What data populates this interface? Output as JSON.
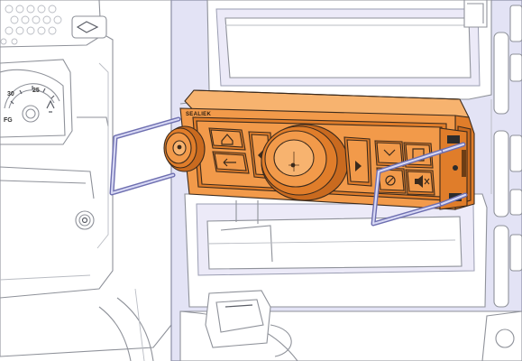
{
  "radio": {
    "brand_label": "SEALIEK"
  },
  "gauge": {
    "left_mark": "FG",
    "mark_a": "30",
    "mark_b": "25"
  },
  "colors": {
    "unit_orange": "#f29a4a",
    "frame_lavender": "#e3e3f5",
    "handle_blue": "#6e6fb0"
  },
  "icons": [
    "home-icon",
    "back-arrow-icon",
    "left-arrow-icon",
    "right-arrow-icon",
    "bluetooth-icon",
    "mute-icon",
    "settings-icon",
    "volume-knob-icon",
    "main-knob-icon"
  ]
}
